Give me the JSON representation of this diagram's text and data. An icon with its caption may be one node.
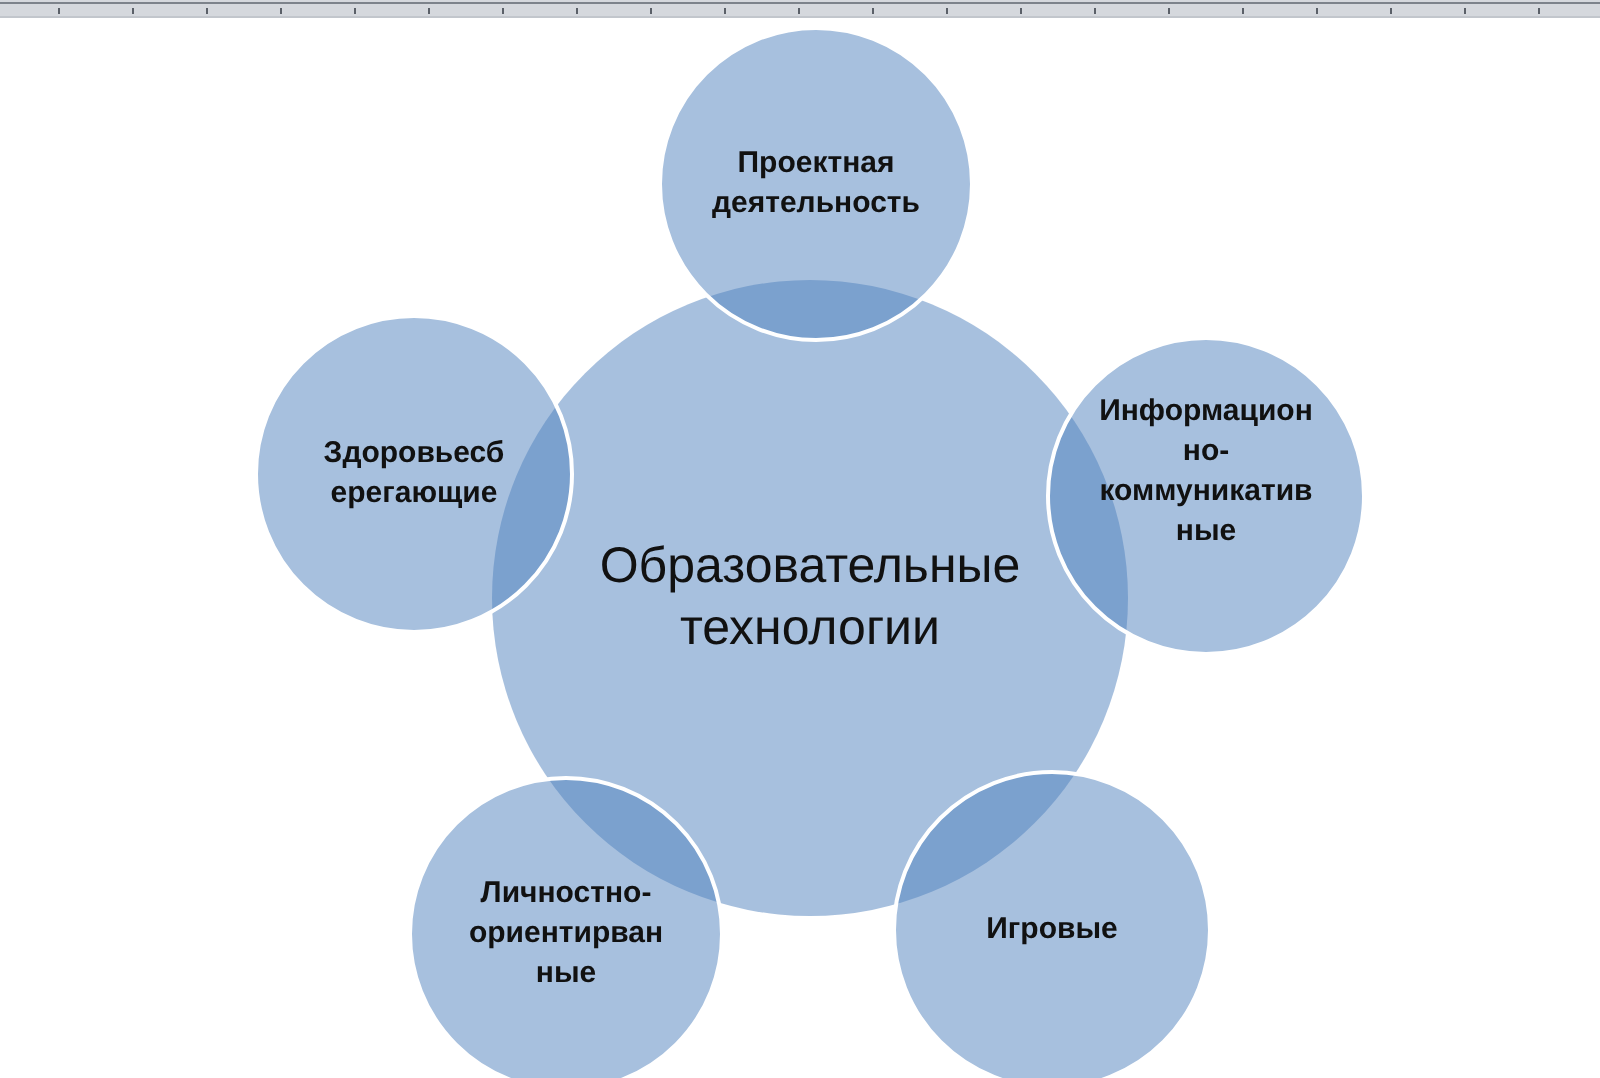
{
  "diagram": {
    "nodes": [
      {
        "text": [
          "Образовательные технологии"
        ]
      },
      {
        "text": [
          "Проектная деятельность"
        ]
      },
      {
        "text": [
          "Информационно-коммуникативные"
        ]
      },
      {
        "text": [
          "Игровые"
        ]
      },
      {
        "text": [
          "Личностно-ориентирванные"
        ]
      },
      {
        "text": [
          "Здоровьесберегающие"
        ]
      }
    ]
  }
}
